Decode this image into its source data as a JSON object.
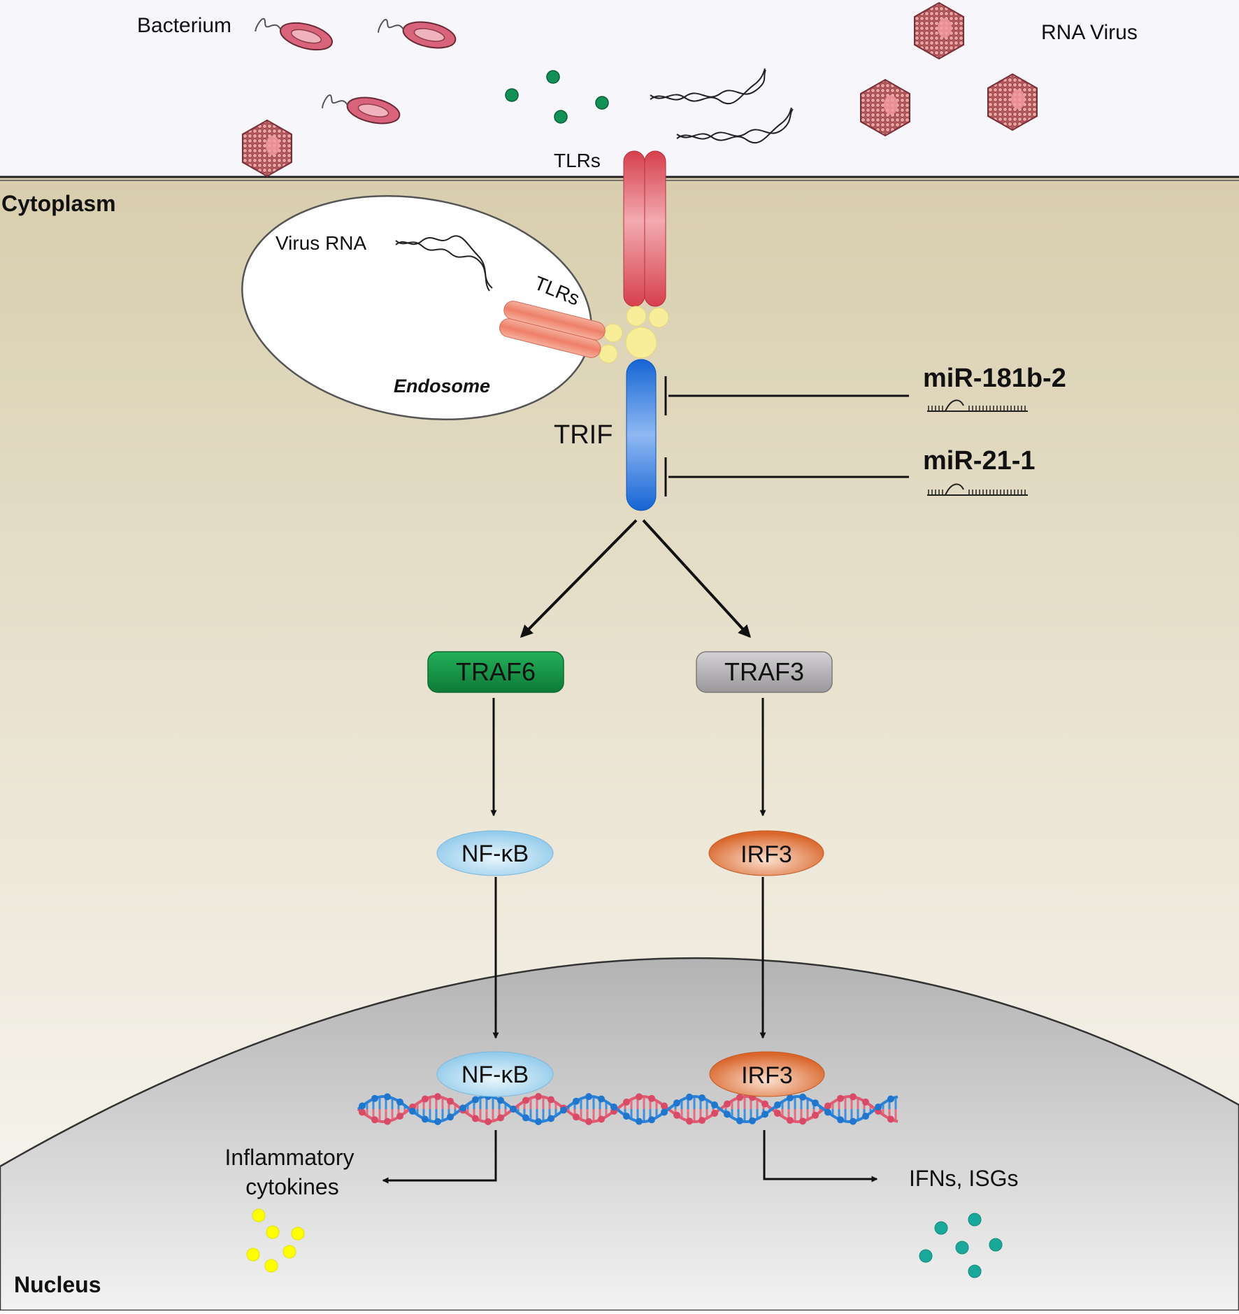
{
  "labels": {
    "bacterium": "Bacterium",
    "rna_virus": "RNA Virus",
    "tlrs_surface": "TLRs",
    "cytoplasm": "Cytoplasm",
    "virus_rna": "Virus RNA",
    "tlrs_endosome": "TLRs",
    "endosome": "Endosome",
    "trif": "TRIF",
    "mir_181b_2": "miR-181b-2",
    "mir_21_1": "miR-21-1",
    "traf6": "TRAF6",
    "traf3": "TRAF3",
    "nfkb_cyto": "NF-κB",
    "irf3_cyto": "IRF3",
    "nfkb_nuc": "NF-κB",
    "irf3_nuc": "IRF3",
    "inflammatory_1": "Inflammatory",
    "inflammatory_2": "cytokines",
    "ifns_isgs": "IFNs, ISGs",
    "nucleus": "Nucleus"
  },
  "colors": {
    "tlr_surface": "#e0505a",
    "tlr_endosome": "#f08b78",
    "trif": "#1f6fd8",
    "traf6": "#1a9a4a",
    "traf3": "#a8a6a8",
    "nfkb": "#a9d7ef",
    "irf3": "#e07030",
    "adaptor_dots": "#f8ee9a",
    "cytokine_dots": "#ffff00",
    "ifn_dots": "#1aa89a",
    "pamp_dots": "#119155"
  }
}
